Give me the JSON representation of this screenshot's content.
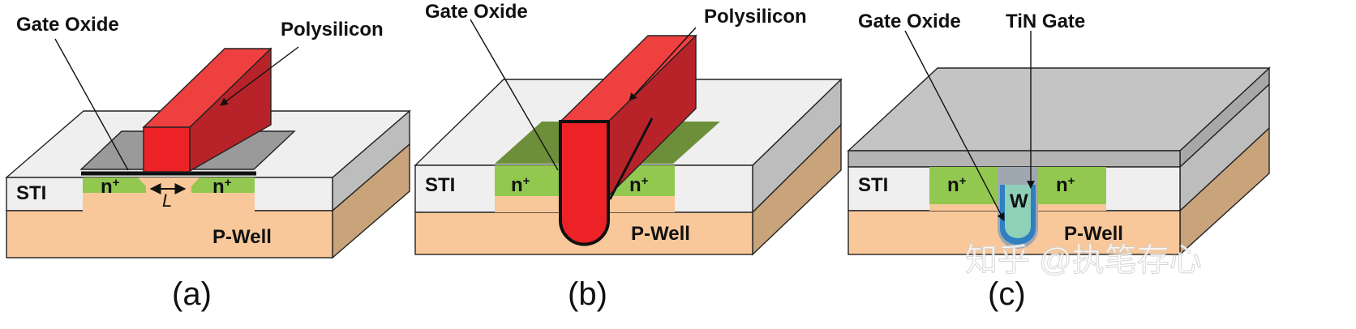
{
  "panels": {
    "a": {
      "gate_oxide": "Gate Oxide",
      "polysilicon": "Polysilicon",
      "sti": "STI",
      "n_left": "n",
      "n_right": "n",
      "plus": "+",
      "length": "L",
      "pwell": "P-Well",
      "caption": "(a)"
    },
    "b": {
      "gate_oxide": "Gate Oxide",
      "polysilicon": "Polysilicon",
      "sti": "STI",
      "n_left": "n",
      "n_right": "n",
      "plus": "+",
      "pwell": "P-Well",
      "caption": "(b)"
    },
    "c": {
      "gate_oxide": "Gate Oxide",
      "tin_gate": "TiN Gate",
      "sti": "STI",
      "n_left": "n",
      "n_right": "n",
      "plus": "+",
      "tungsten": "W",
      "pwell": "P-Well",
      "caption": "(c)"
    }
  },
  "watermark": "知乎 @执笔存心",
  "colors": {
    "sti": "#efefef",
    "sti_side": "#bdbdbd",
    "pwell": "#f9c89a",
    "pwell_side": "#c9a37a",
    "n_plus": "#92c850",
    "gate_red": "#ec2227",
    "gate_red_top": "#ef4040",
    "gate_red_side": "#b8232a",
    "oxide_green": "#6e8f3a",
    "oxide_gray": "#9a9a9a",
    "metal_gray": "#c4c4c4",
    "tin_blue": "#2f7fc1",
    "tungsten": "#8fd0b8"
  }
}
